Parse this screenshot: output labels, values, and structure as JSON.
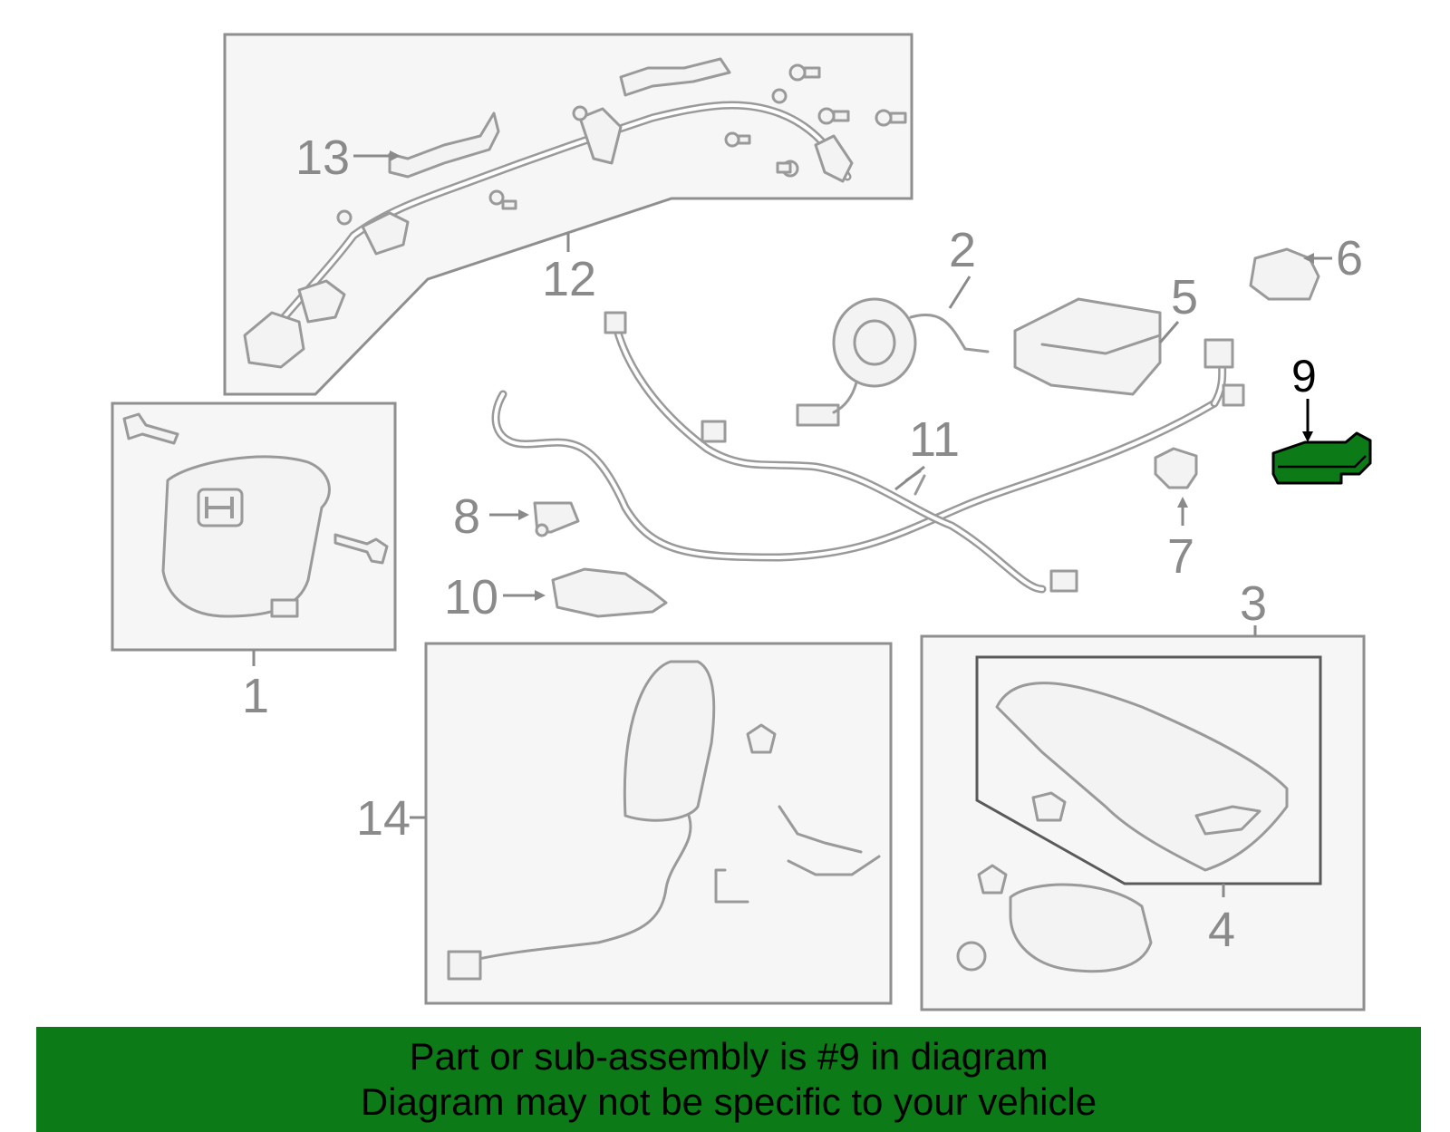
{
  "callouts": {
    "c1": "1",
    "c2": "2",
    "c3": "3",
    "c4": "4",
    "c5": "5",
    "c6": "6",
    "c7": "7",
    "c8": "8",
    "c9": "9",
    "c10": "10",
    "c11": "11",
    "c12": "12",
    "c13": "13",
    "c14": "14"
  },
  "highlight": {
    "part_number": "9",
    "color": "#0b7a17"
  },
  "banner": {
    "line1": "Part or sub-assembly is #9 in diagram",
    "line2": "Diagram may not be specific to your vehicle",
    "background": "#0b7a17"
  },
  "icons": [
    "honda-logo-icon"
  ]
}
